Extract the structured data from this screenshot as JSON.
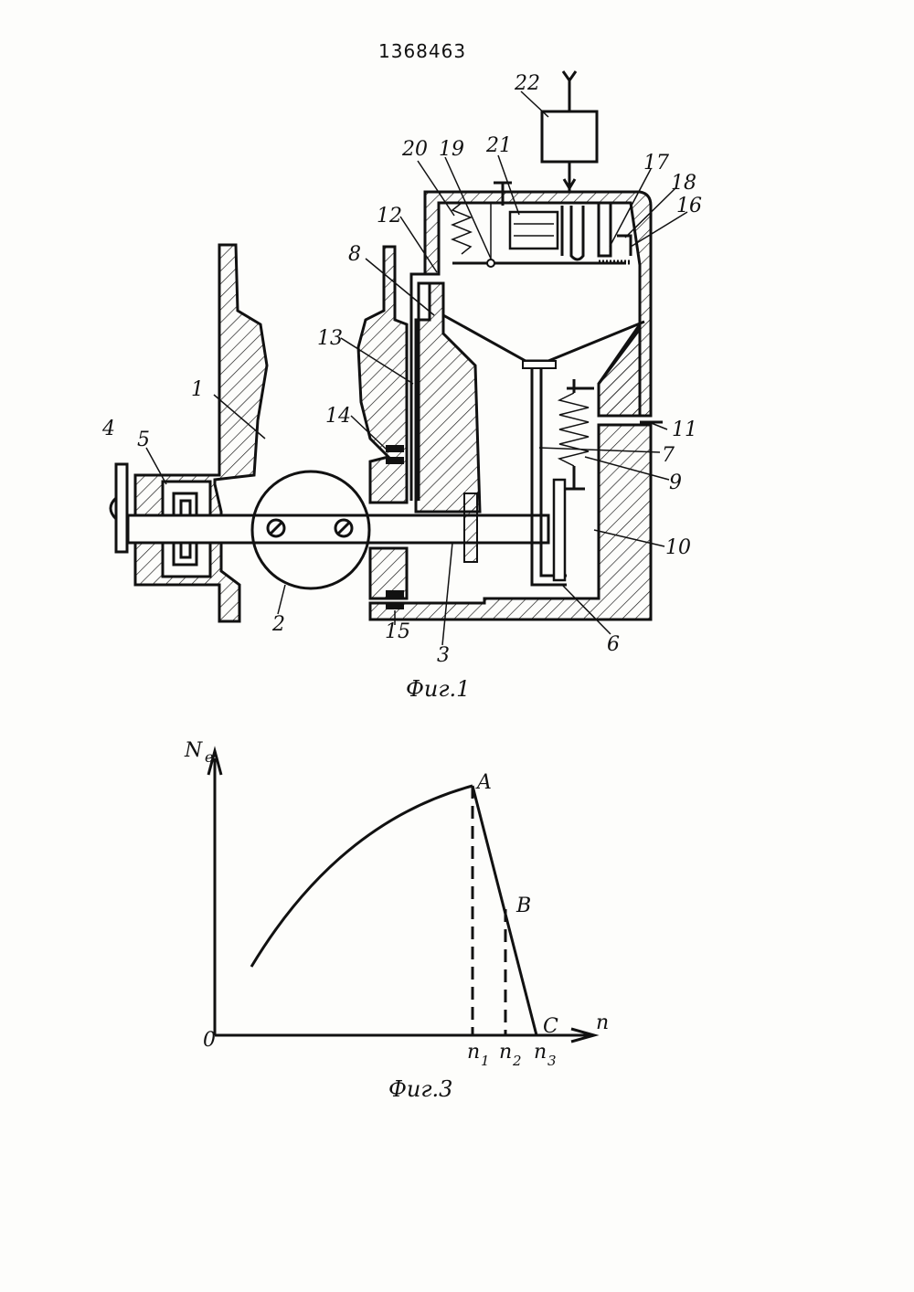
{
  "patent_number": "1368463",
  "figure1": {
    "caption": "Фиг.1",
    "labels": [
      "1",
      "2",
      "3",
      "4",
      "5",
      "6",
      "7",
      "8",
      "9",
      "10",
      "11",
      "12",
      "13",
      "14",
      "15",
      "16",
      "17",
      "18",
      "19",
      "20",
      "21",
      "22"
    ]
  },
  "figure3": {
    "caption": "Фиг.3",
    "y_axis_label": "N",
    "y_axis_subscript": "e",
    "x_axis_label": "n",
    "origin_label": "0",
    "point_labels": [
      "A",
      "B",
      "C"
    ],
    "x_ticks": [
      {
        "base": "n",
        "sub": "1"
      },
      {
        "base": "n",
        "sub": "2"
      },
      {
        "base": "n",
        "sub": "3"
      }
    ]
  }
}
